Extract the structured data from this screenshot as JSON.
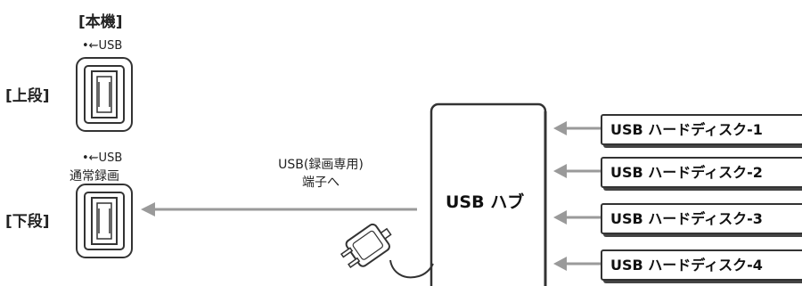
{
  "main_unit": {
    "title": "[本機]",
    "upper": {
      "label": "[上段]",
      "port_symbol": "•⇜USB"
    },
    "lower": {
      "label": "[下段]",
      "port_symbol": "•⇜USB",
      "port_caption": "通常録画"
    }
  },
  "connection": {
    "line1": "USB(録画専用)",
    "line2": "端子へ"
  },
  "hub": {
    "label": "USB ハブ"
  },
  "hard_disks": [
    {
      "label": "USB ハードディスク-1"
    },
    {
      "label": "USB ハードディスク-2"
    },
    {
      "label": "USB ハードディスク-3"
    },
    {
      "label": "USB ハードディスク-4"
    }
  ],
  "colors": {
    "arrow": "#9a9a9a",
    "outline": "#333333"
  },
  "icons": [
    "usb-port-icon",
    "ac-adapter-icon",
    "arrow-left-icon"
  ]
}
